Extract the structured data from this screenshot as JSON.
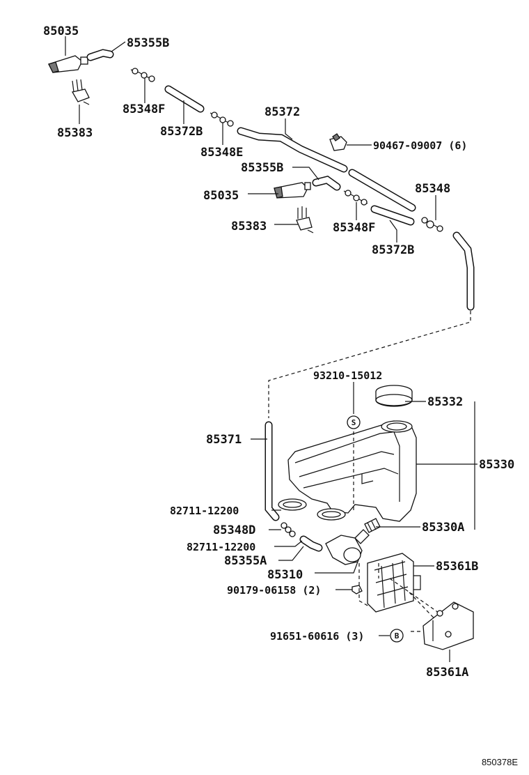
{
  "callouts": {
    "nozzle_1": "85035",
    "elbow_1": "85355B",
    "bracket_1": "85383",
    "joint_1": "85348F",
    "hose_1": "85372B",
    "joint_2": "85348E",
    "hose_main": "85372",
    "clamp_bolt": "90467-09007 (6)",
    "elbow_2": "85355B",
    "nozzle_2": "85035",
    "bracket_2": "85383",
    "joint_3": "85348F",
    "hose_2": "85372B",
    "tee_joint": "85348",
    "cap_gasket": "93210-15012",
    "inlet_cap": "85332",
    "hose_long": "85371",
    "tank": "85330",
    "clamp_1": "82711-12200",
    "joint_4": "85348D",
    "grommet": "85330A",
    "clamp_2": "82711-12200",
    "elbow_3": "85355A",
    "pump": "85310",
    "bracket_b": "85361B",
    "nut": "90179-06158 (2)",
    "bolt": "91651-60616 (3)",
    "bracket_a": "85361A"
  },
  "symbols": {
    "s": "S",
    "b": "B"
  },
  "footer": {
    "figure_id": "850378E"
  }
}
